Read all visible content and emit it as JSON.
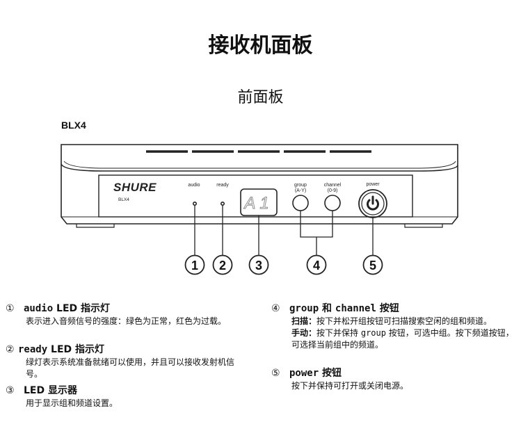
{
  "title": "接收机面板",
  "subtitle": "前面板",
  "model_label": "BLX4",
  "device": {
    "brand": "SHURE",
    "model": "BLX4",
    "labels": {
      "audio": "audio",
      "ready": "ready",
      "group": "group",
      "group_range": "(A-Y)",
      "channel": "channel",
      "channel_range": "(0-9)",
      "power": "power"
    },
    "display_value": "A1",
    "callouts": [
      "1",
      "2",
      "3",
      "4",
      "5"
    ]
  },
  "items": [
    {
      "num": "①",
      "name": "audio",
      "head": " LED 指示灯",
      "text": "表示进入音频信号的强度：绿色为正常，红色为过载。"
    },
    {
      "num": "②",
      "name": "ready",
      "head": " LED 指示灯",
      "text": "绿灯表示系统准备就绪可以使用，并且可以接收发射机信号。"
    },
    {
      "num": "③",
      "name": "",
      "head": "LED 显示器",
      "text": "用于显示组和频道设置。"
    },
    {
      "num": "④",
      "name": "group",
      "mid": " 和 ",
      "name2": "channel",
      "head": " 按钮",
      "scan_label": "扫描：",
      "scan_text": "按下并松开组按钮可扫描搜索空闲的组和频道。",
      "manual_label": "手动：",
      "manual_text_1": "按下并保持 ",
      "manual_code": "group",
      "manual_text_2": " 按钮，可选中组。按下频道按钮，可选择当前组中的频道。"
    },
    {
      "num": "⑤",
      "name": "power",
      "head": " 按钮",
      "text": "按下并保持可打开或关闭电源。"
    }
  ]
}
